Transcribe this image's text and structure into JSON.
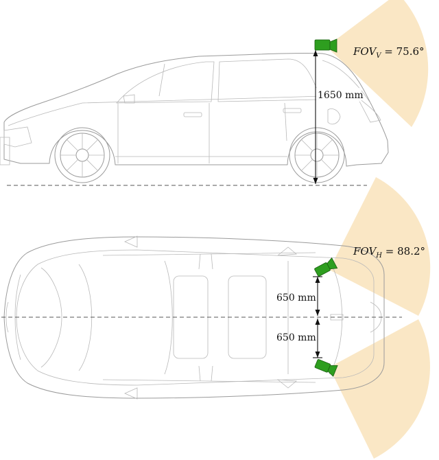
{
  "figure": {
    "side_view": {
      "height_label": "1650 mm",
      "fov_label_main": "FOV",
      "fov_label_sub": "V",
      "fov_label_value": " = 75.6°"
    },
    "top_view": {
      "offset_upper_label": "650 mm",
      "offset_lower_label": "650 mm",
      "fov_label_main": "FOV",
      "fov_label_sub": "H",
      "fov_label_value": " = 88.2°"
    }
  },
  "colors": {
    "camera": "#2e9e1f",
    "fov_fill": "#f8dfb2",
    "car_line": "#9a9a9a"
  }
}
